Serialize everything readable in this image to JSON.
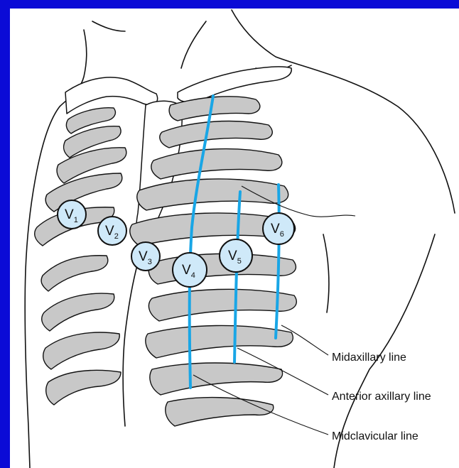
{
  "colors": {
    "frame": "#0b0bd6",
    "reference_line": "#19a6e6",
    "electrode_fill": "#cfe9f9",
    "rib_fill": "#c8c8c8"
  },
  "electrodes": [
    {
      "id": "v1",
      "letter": "V",
      "sub": "1"
    },
    {
      "id": "v2",
      "letter": "V",
      "sub": "2"
    },
    {
      "id": "v3",
      "letter": "V",
      "sub": "3"
    },
    {
      "id": "v4",
      "letter": "V",
      "sub": "4"
    },
    {
      "id": "v5",
      "letter": "V",
      "sub": "5"
    },
    {
      "id": "v6",
      "letter": "V",
      "sub": "6"
    }
  ],
  "callouts": {
    "midaxillary": "Midaxillary line",
    "anterior_axillary": "Anterior axillary line",
    "midclavicular": "Midclavicular line"
  }
}
